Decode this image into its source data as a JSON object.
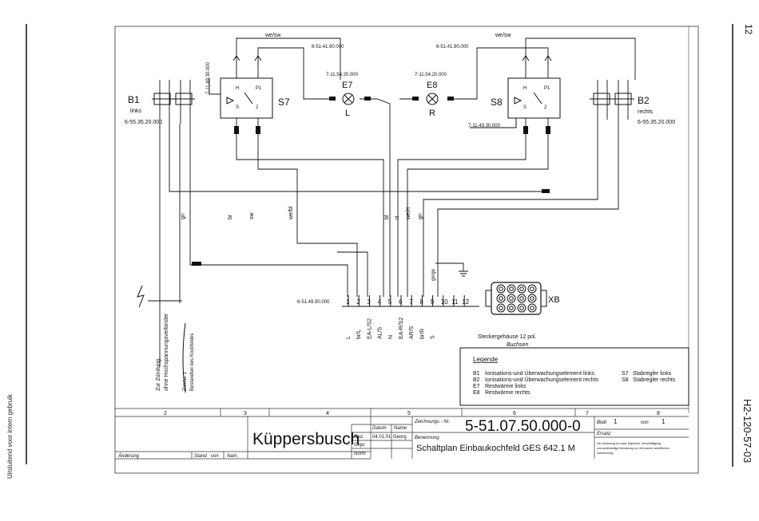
{
  "page_number": "12",
  "doc_code": "H2-120-57-03",
  "side_note": "Uitsluitend voor intern gebruik",
  "components": {
    "b1": {
      "id": "B1",
      "side": "links",
      "part": "6-55.35.20.000"
    },
    "b2": {
      "id": "B2",
      "side": "rechts",
      "part": "6-55.35.20.000"
    },
    "s7": {
      "id": "S7",
      "part": "7-11.49.30.000",
      "t_h": "H",
      "t_p1": "P1",
      "t_s": "S",
      "t_2": "2"
    },
    "s8": {
      "id": "S8",
      "part": "7-11.49.30.000",
      "t_h": "H",
      "t_p1": "P1",
      "t_s": "S",
      "t_2": "2"
    },
    "e7": {
      "id": "E7",
      "part": "7-11.54.20.000",
      "side": "L"
    },
    "e8": {
      "id": "E8",
      "part": "7-11.54.20.000",
      "side": "R"
    },
    "wire_left_part": "6-51.41.90.000",
    "wire_right_part": "6-51.41.90.000",
    "wire_top_left": "we/sw",
    "wire_top_right": "we/sw"
  },
  "wire_labels": {
    "gn_left": "gn",
    "br": "br",
    "sw": "sw",
    "we_bl": "we/bl",
    "bl": "bl",
    "rt": "rt",
    "we_rt": "we/rt",
    "gn_right": "gn",
    "gege": "ge/ge"
  },
  "terminal": {
    "part": "6-51.49.90.000",
    "numbers": [
      "1",
      "2",
      "3",
      "4",
      "5",
      "6",
      "7",
      "8",
      "9",
      "10",
      "11",
      "12"
    ],
    "signals": [
      "L",
      "br/L",
      "EA-L/S2",
      "AL/S",
      "N",
      "EA-R/S2",
      "AR/S",
      "br/R",
      "S"
    ],
    "connector_id": "XB",
    "connector_desc": "Steckergehäuse 12 pol.",
    "connector_sub": "Buchsen"
  },
  "ignition": {
    "line1": "Zur Zündung,",
    "line2": "ohne Hochspannungsverbinder",
    "note1": "Zünder 1",
    "note2": "Bestandteil des Kochfeldes"
  },
  "legend": {
    "title": "Legende",
    "left": [
      {
        "code": "B1",
        "text": "Ionisations-und Überwachungselement links"
      },
      {
        "code": "B2",
        "text": "Ionisations-und Überwachungselement rechts"
      },
      {
        "code": "E7",
        "text": "Restwärme links"
      },
      {
        "code": "E8",
        "text": "Restwärme rechts"
      }
    ],
    "right": [
      {
        "code": "S7",
        "text": "Stabregler links"
      },
      {
        "code": "S8",
        "text": "Stabregler rechts"
      }
    ]
  },
  "title_block": {
    "company": "Küppersbusch",
    "drawing_number": "5-51.07.50.000-0",
    "title": "Schaltplan Einbaukochfeld GES 642.1 M",
    "lbl_datum": "Datum",
    "lbl_name": "Name",
    "lbl_gez": "Gez.",
    "lbl_gepr": "Gepr.",
    "lbl_norm": "Norm",
    "date": "04.01.01",
    "name": "Georg",
    "lbl_zeichnungs_nr": "Zeichnungs - Nr.",
    "lbl_benennung": "Benennung",
    "lbl_blatt": "Blatt",
    "sheet": "1",
    "lbl_von": "von",
    "sheet_total": "1",
    "lbl_ersatz": "Ersatz:",
    "notice1": "Die Zeichnung ist unser Eigentum. Vervielfältigung",
    "notice2": "und anderweitige Benutzung nur mit unserer schriftlichen",
    "notice3": "Zustimmung.",
    "lbl_aenderung": "Änderung",
    "lbl_stand": "Stand",
    "lbl_von2": "von",
    "lbl_nam": "Nam.",
    "grid_cols": [
      "2",
      "3",
      "4",
      "5",
      "6",
      "7",
      "8"
    ]
  }
}
